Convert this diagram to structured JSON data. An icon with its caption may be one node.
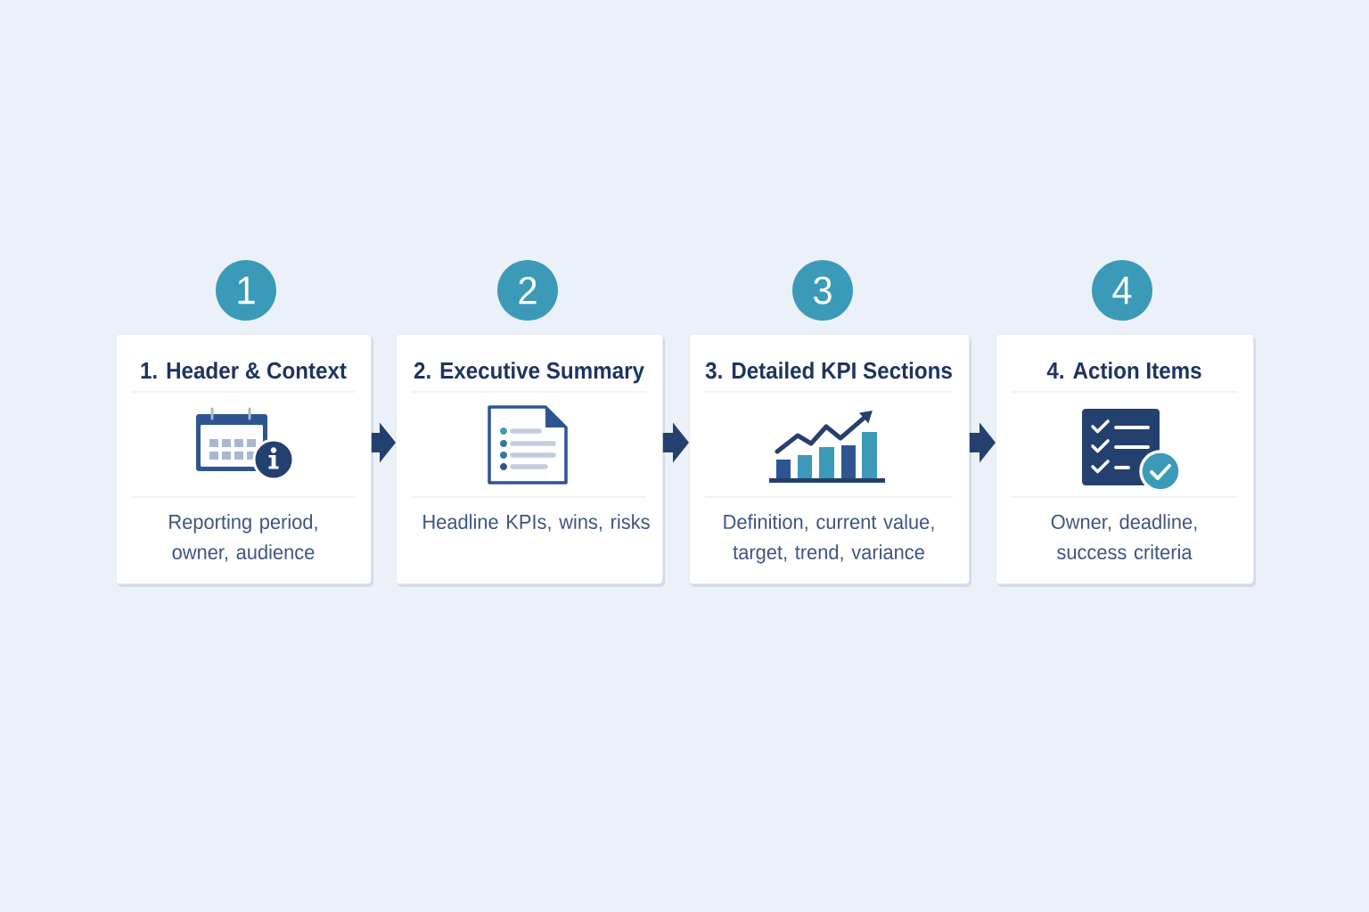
{
  "diagram": {
    "nodes": [
      {
        "text": [
          "1"
        ]
      },
      {
        "text": [
          "1. Header & Context",
          "Reporting period, owner, audience"
        ]
      },
      {
        "text": [
          "2"
        ]
      },
      {
        "text": [
          "2. Executive Summary",
          "Headline KPIs, wins, risks"
        ]
      },
      {
        "text": [
          "3"
        ]
      },
      {
        "text": [
          "3. Detailed KPI Sections",
          "Definition, current value, target, trend, variance"
        ]
      },
      {
        "text": [
          "4"
        ]
      },
      {
        "text": [
          "4. Action Items",
          "Owner, deadline, success criteria"
        ]
      }
    ],
    "edges": [
      {
        "from": 1,
        "to": 3,
        "arrow": "to"
      },
      {
        "from": 3,
        "to": 5,
        "arrow": "to"
      },
      {
        "from": 5,
        "to": 7,
        "arrow": "to"
      }
    ]
  }
}
